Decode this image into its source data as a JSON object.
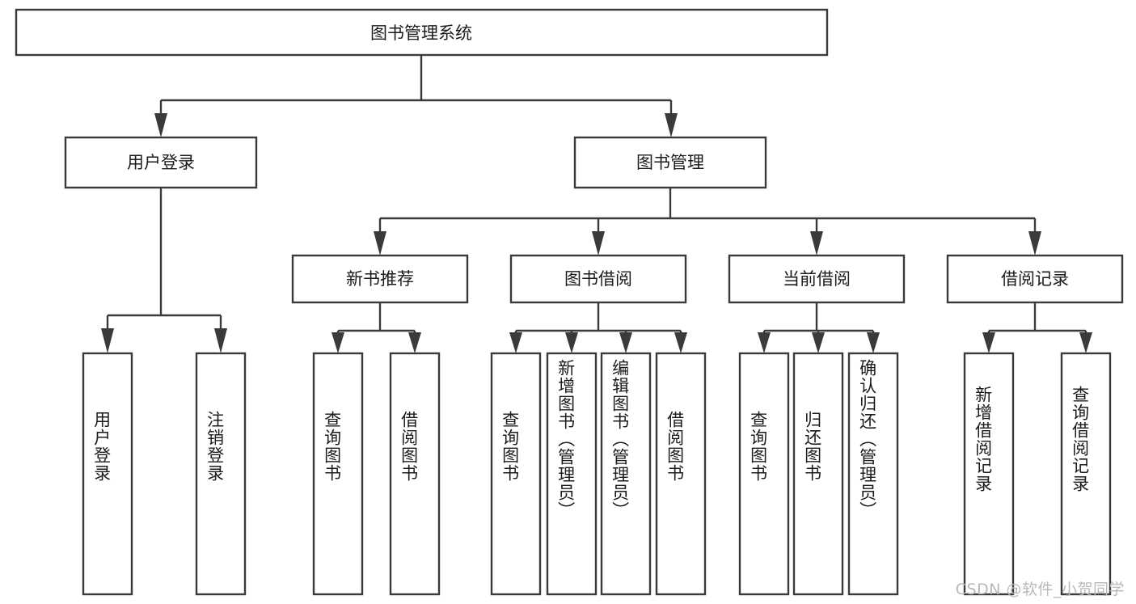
{
  "diagram": {
    "type": "tree",
    "title": "图书管理系统",
    "watermark": "CSDN @软件_小贺同学",
    "colors": {
      "box_stroke": "#3a3a3a",
      "box_fill": "#ffffff",
      "text": "#1b1b1b",
      "background": "#ffffff",
      "watermark": "#b9b9b9"
    },
    "root": {
      "label": "图书管理系统"
    },
    "level2": [
      {
        "label": "用户登录"
      },
      {
        "label": "图书管理"
      }
    ],
    "level3": [
      {
        "label": "新书推荐"
      },
      {
        "label": "图书借阅"
      },
      {
        "label": "当前借阅"
      },
      {
        "label": "借阅记录"
      }
    ],
    "leaves": {
      "user_login": [
        {
          "label": "用户登录"
        },
        {
          "label": "注销登录"
        }
      ],
      "new_book_recommend": [
        {
          "label": "查询图书"
        },
        {
          "label": "借阅图书"
        }
      ],
      "book_borrow": [
        {
          "label": "查询图书"
        },
        {
          "label": "新增图书（管理员）"
        },
        {
          "label": "编辑图书（管理员）"
        },
        {
          "label": "借阅图书"
        }
      ],
      "current_borrow": [
        {
          "label": "查询图书"
        },
        {
          "label": "归还图书"
        },
        {
          "label": "确认归还（管理员）"
        }
      ],
      "borrow_record": [
        {
          "label": "新增借阅记录"
        },
        {
          "label": "查询借阅记录"
        }
      ]
    }
  }
}
